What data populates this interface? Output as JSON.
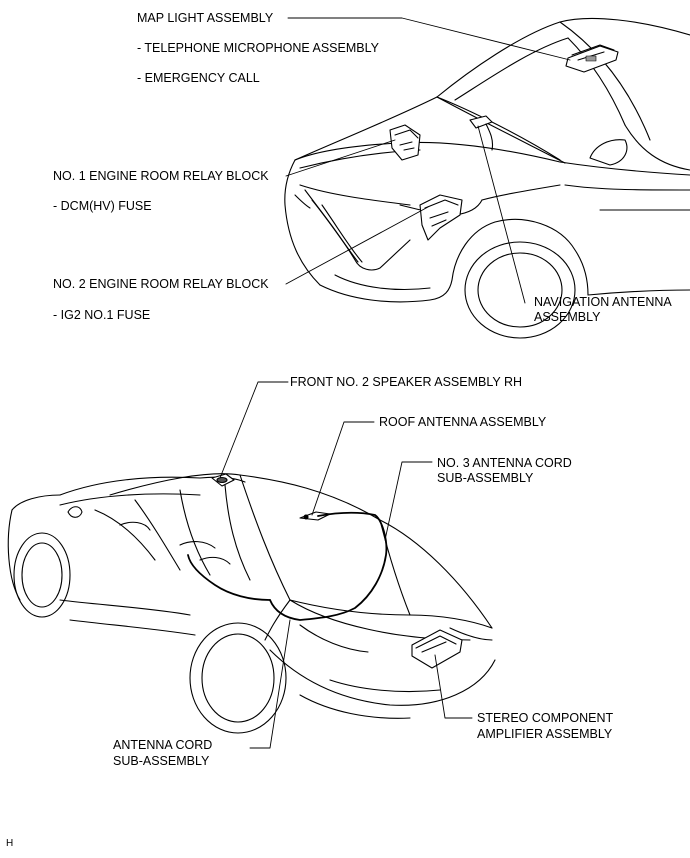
{
  "top_view": {
    "map_light": "MAP LIGHT ASSEMBLY",
    "telephone_mic": "- TELEPHONE MICROPHONE ASSEMBLY",
    "emergency_call": "- EMERGENCY CALL",
    "relay_block_1": "NO. 1 ENGINE ROOM RELAY BLOCK",
    "dcm_fuse": "- DCM(HV) FUSE",
    "relay_block_2": "NO. 2 ENGINE ROOM RELAY BLOCK",
    "ig2_fuse": "- IG2 NO.1 FUSE",
    "nav_antenna_line1": "NAVIGATION ANTENNA",
    "nav_antenna_line2": "ASSEMBLY"
  },
  "bottom_view": {
    "front_speaker": "FRONT NO. 2 SPEAKER ASSEMBLY RH",
    "roof_antenna": "ROOF ANTENNA ASSEMBLY",
    "antenna_cord3_line1": "NO. 3 ANTENNA CORD",
    "antenna_cord3_line2": "SUB-ASSEMBLY",
    "stereo_amp_line1": "STEREO COMPONENT",
    "stereo_amp_line2": "AMPLIFIER ASSEMBLY",
    "antenna_cord_line1": "ANTENNA CORD",
    "antenna_cord_line2": "SUB-ASSEMBLY"
  },
  "footer": {
    "code": "H"
  }
}
